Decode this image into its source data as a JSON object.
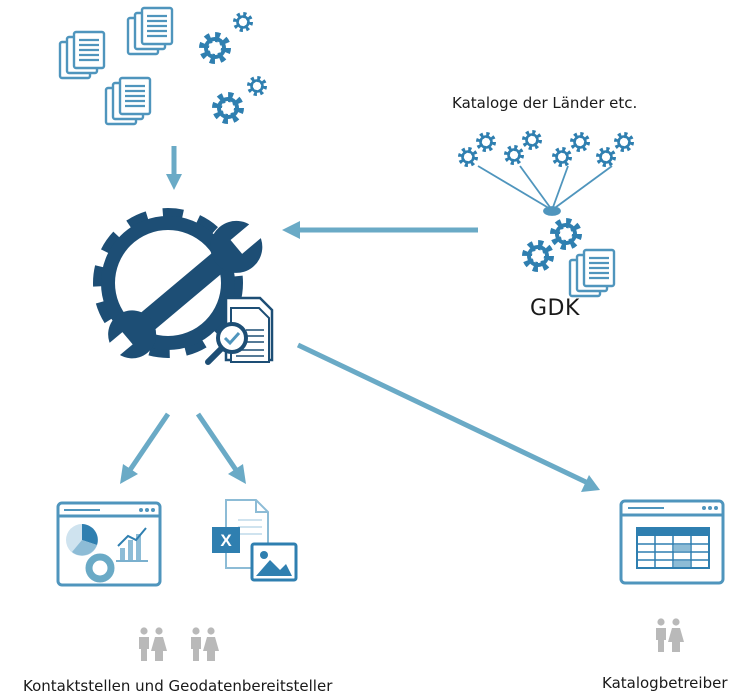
{
  "labels": {
    "source_catalogs": "Kataloge der Länder etc.",
    "gdk": "GDK",
    "contacts": "Kontaktstellen und Geodatenbereitsteller",
    "operators": "Katalogbetreiber"
  },
  "colors": {
    "accent": "#6aaac6",
    "dark": "#1d4e75",
    "gear": "#2f7fb0",
    "doc": "#4f95bd",
    "person": "#b9b9b9"
  },
  "icons": {
    "documents": "document-stack-icon",
    "gears": "gears-icon",
    "central": "gear-wrench-icon",
    "audit": "document-magnifier-check-icon",
    "dashboard": "dashboard-window-icon",
    "files": "excel-image-file-icon",
    "table": "table-window-icon",
    "people": "people-icon"
  }
}
